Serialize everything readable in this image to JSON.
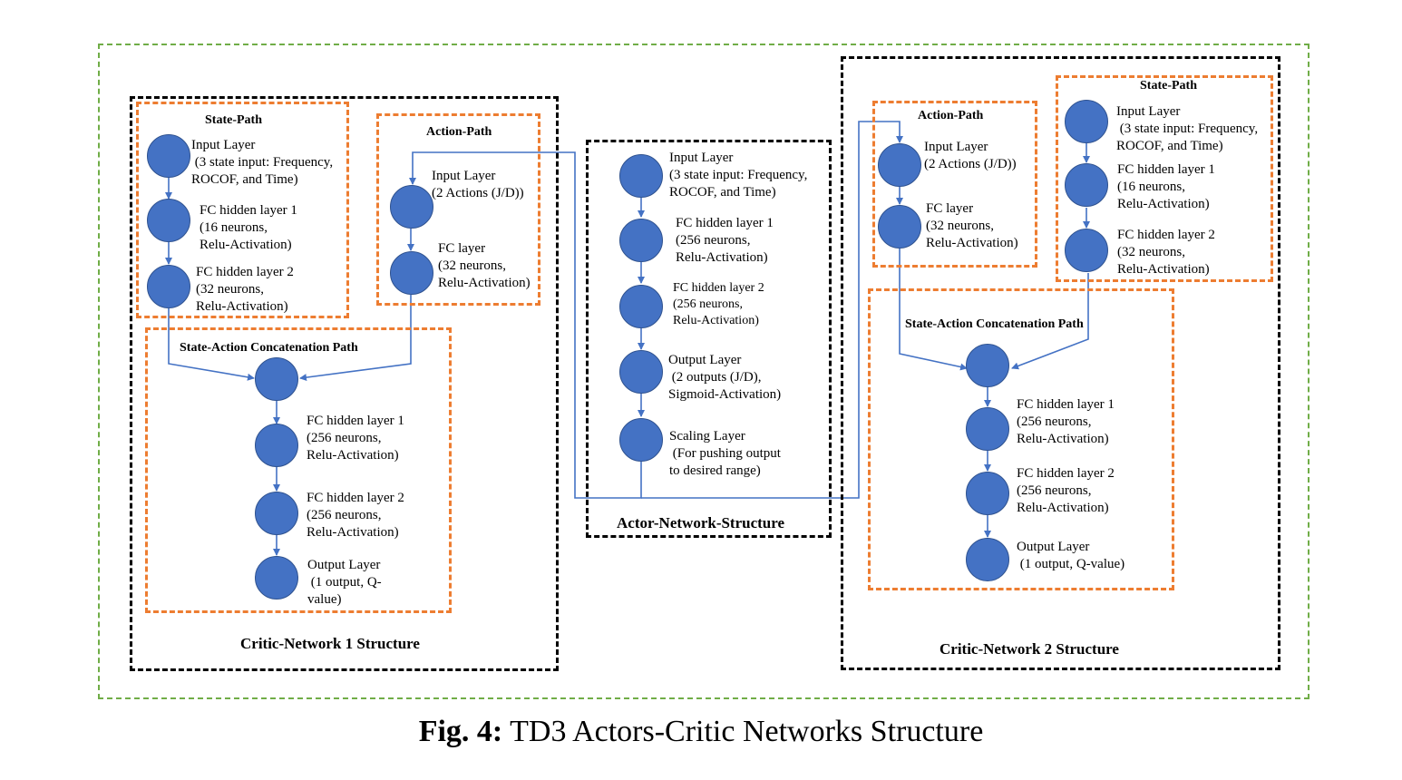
{
  "caption": {
    "label": "Fig. 4:",
    "text": "TD3 Actors-Critic Networks Structure"
  },
  "colors": {
    "node": "#4472c4",
    "wire": "#4472c4",
    "outer": "#70ad47",
    "group": "#000000",
    "path": "#ed7d31"
  },
  "critic1": {
    "title": "Critic-Network 1 Structure",
    "state_path": {
      "title": "State-Path",
      "input": "Input Layer\n (3 state input: Frequency,\nROCOF, and Time)",
      "fc1": "FC hidden layer 1\n(16 neurons,\nRelu-Activation)",
      "fc2": "FC hidden layer 2\n(32 neurons,\nRelu-Activation)"
    },
    "action_path": {
      "title": "Action-Path",
      "input": "Input Layer\n(2 Actions (J/D))",
      "fc": "FC layer\n(32 neurons,\nRelu-Activation)"
    },
    "concat_path": {
      "title": "State-Action Concatenation Path",
      "fc1": "FC hidden layer 1\n(256 neurons,\nRelu-Activation)",
      "fc2": "FC hidden layer 2\n(256 neurons,\nRelu-Activation)",
      "output": "Output Layer\n (1 output, Q-\nvalue)"
    }
  },
  "actor": {
    "title": "Actor-Network-Structure",
    "input": "Input Layer\n(3 state input: Frequency,\nROCOF, and Time)",
    "fc1": "FC hidden layer 1\n(256 neurons,\nRelu-Activation)",
    "fc2": "FC hidden layer 2\n(256 neurons,\nRelu-Activation)",
    "output": "Output Layer\n (2 outputs (J/D),\nSigmoid-Activation)",
    "scaling": "Scaling Layer\n (For pushing output\nto desired range)"
  },
  "critic2": {
    "title": "Critic-Network 2 Structure",
    "action_path": {
      "title": "Action-Path",
      "input": "Input Layer\n(2 Actions (J/D))",
      "fc": "FC layer\n(32 neurons,\nRelu-Activation)"
    },
    "state_path": {
      "title": "State-Path",
      "input": "Input Layer\n (3 state input: Frequency,\nROCOF, and Time)",
      "fc1": "FC hidden layer 1\n(16 neurons,\nRelu-Activation)",
      "fc2": "FC hidden layer 2\n(32 neurons,\nRelu-Activation)"
    },
    "concat_path": {
      "title": "State-Action Concatenation Path",
      "fc1": "FC hidden layer 1\n(256 neurons,\nRelu-Activation)",
      "fc2": "FC hidden layer 2\n(256 neurons,\nRelu-Activation)",
      "output": "Output Layer\n (1 output, Q-value)"
    }
  }
}
